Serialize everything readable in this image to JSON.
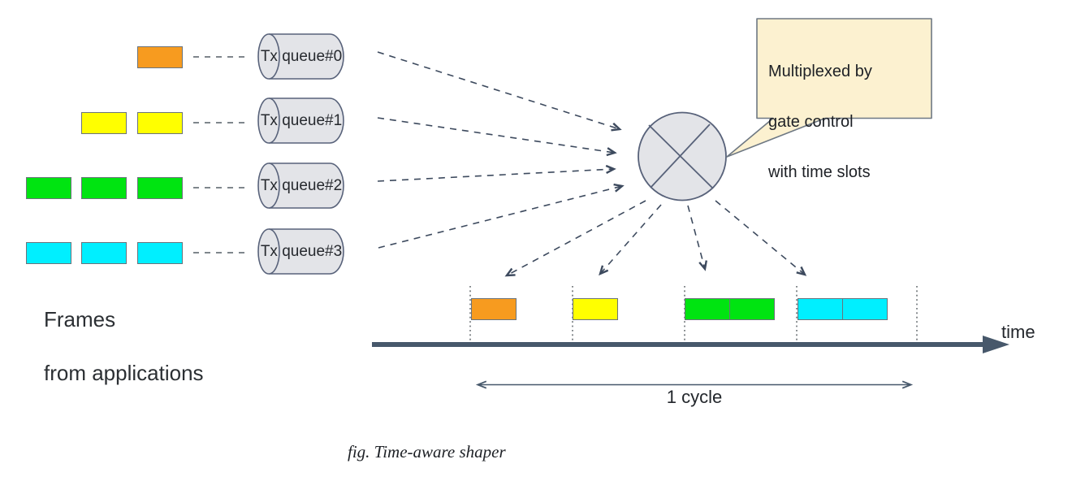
{
  "caption": "fig. Time-aware shaper",
  "frames_label": {
    "lines": [
      "Frames",
      "from applications"
    ]
  },
  "queues": [
    {
      "label": "Tx queue#0",
      "frame_color": "#f79b1f",
      "pending_frames": 1
    },
    {
      "label": "Tx queue#1",
      "frame_color": "#ffff00",
      "pending_frames": 2
    },
    {
      "label": "Tx queue#2",
      "frame_color": "#00e411",
      "pending_frames": 3
    },
    {
      "label": "Tx queue#3",
      "frame_color": "#00efff",
      "pending_frames": 3
    }
  ],
  "multiplexer": {
    "callout_lines": [
      "Multiplexed by",
      "gate control",
      "with time slots"
    ]
  },
  "timeline": {
    "axis_label": "time",
    "cycle_label": "1 cycle",
    "slots": [
      {
        "queue": "Tx queue#0",
        "color": "#f79b1f",
        "frames": 1
      },
      {
        "queue": "Tx queue#1",
        "color": "#ffff00",
        "frames": 1
      },
      {
        "queue": "Tx queue#2",
        "color": "#00e411",
        "frames": 2
      },
      {
        "queue": "Tx queue#3",
        "color": "#00efff",
        "frames": 2
      }
    ]
  },
  "colors": {
    "orange": "#f79b1f",
    "yellow": "#ffff00",
    "green": "#00e411",
    "cyan": "#00efff",
    "frame_border": "#6a737b",
    "line_stroke": "#3d4a5e",
    "axis_bar": "#47586b",
    "shape_fill": "#e3e4e8",
    "shape_stroke": "#58627a",
    "callout_fill": "#fcf1d0",
    "callout_stroke": "#6e7883"
  }
}
